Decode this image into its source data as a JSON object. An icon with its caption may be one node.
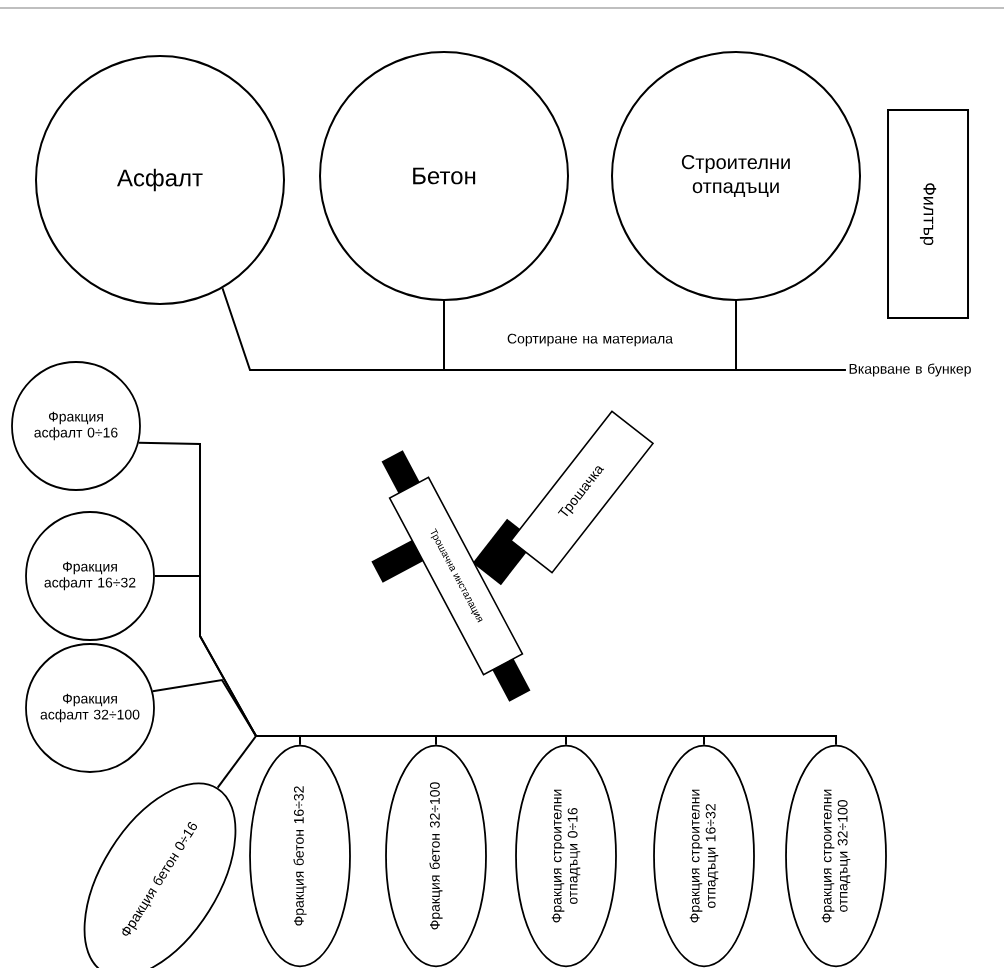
{
  "diagram": {
    "nodes": [
      {
        "text": [
          "Асфалт"
        ]
      },
      {
        "text": [
          "Бетон"
        ]
      },
      {
        "text": [
          "Строителни отпадъци"
        ]
      },
      {
        "text": [
          "Филтър"
        ]
      },
      {
        "text": [
          "Вкарване в бункер"
        ]
      },
      {
        "text": [
          "Трошачна инсталация"
        ]
      },
      {
        "text": [
          "Трошачка"
        ]
      },
      {
        "text": [
          "Фракция асфалт 0÷16"
        ]
      },
      {
        "text": [
          "Фракция асфалт 16÷32"
        ]
      },
      {
        "text": [
          "Фракция асфалт 32÷100"
        ]
      },
      {
        "text": [
          "Фракция бетон 0÷16"
        ]
      },
      {
        "text": [
          "Фракция бетон 16÷32"
        ]
      },
      {
        "text": [
          "Фракция бетон 32÷100"
        ]
      },
      {
        "text": [
          "Фракция строителни отпадъци 0÷16"
        ]
      },
      {
        "text": [
          "Фракция строителни отпадъци 16÷32"
        ]
      },
      {
        "text": [
          "Фракция строителни отпадъци 32÷100"
        ]
      }
    ],
    "edges": [
      {
        "from": 0,
        "to": 4,
        "arrow": "none"
      },
      {
        "from": 1,
        "to": 4,
        "arrow": "none"
      },
      {
        "from": 2,
        "to": 4,
        "arrow": "none"
      },
      {
        "from": null,
        "to": 7,
        "arrow": "none"
      },
      {
        "from": null,
        "to": 8,
        "arrow": "none"
      },
      {
        "from": null,
        "to": 9,
        "arrow": "none"
      },
      {
        "from": null,
        "to": 10,
        "arrow": "none"
      },
      {
        "from": null,
        "to": 11,
        "arrow": "none"
      },
      {
        "from": null,
        "to": 12,
        "arrow": "none"
      },
      {
        "from": null,
        "to": 13,
        "arrow": "none"
      },
      {
        "from": null,
        "to": 14,
        "arrow": "none"
      },
      {
        "from": null,
        "to": 15,
        "arrow": "none"
      }
    ],
    "labels": [
      "Сортиране на материала"
    ]
  }
}
